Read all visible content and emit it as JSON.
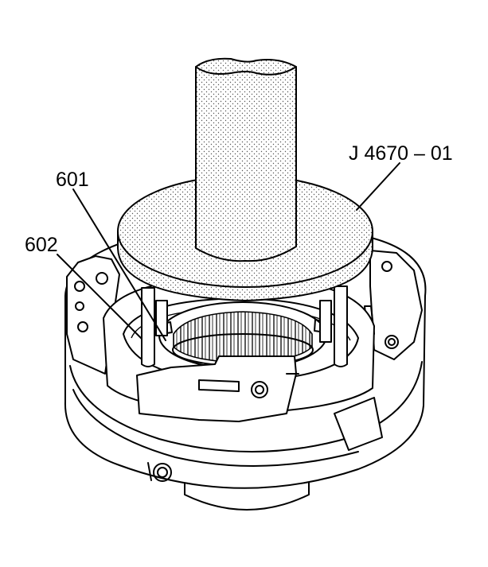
{
  "callouts": {
    "tool": "J 4670 – 01",
    "part_601": "601",
    "part_602": "602"
  },
  "colors": {
    "line": "#000000",
    "background": "#ffffff",
    "stipple": "#555555"
  }
}
